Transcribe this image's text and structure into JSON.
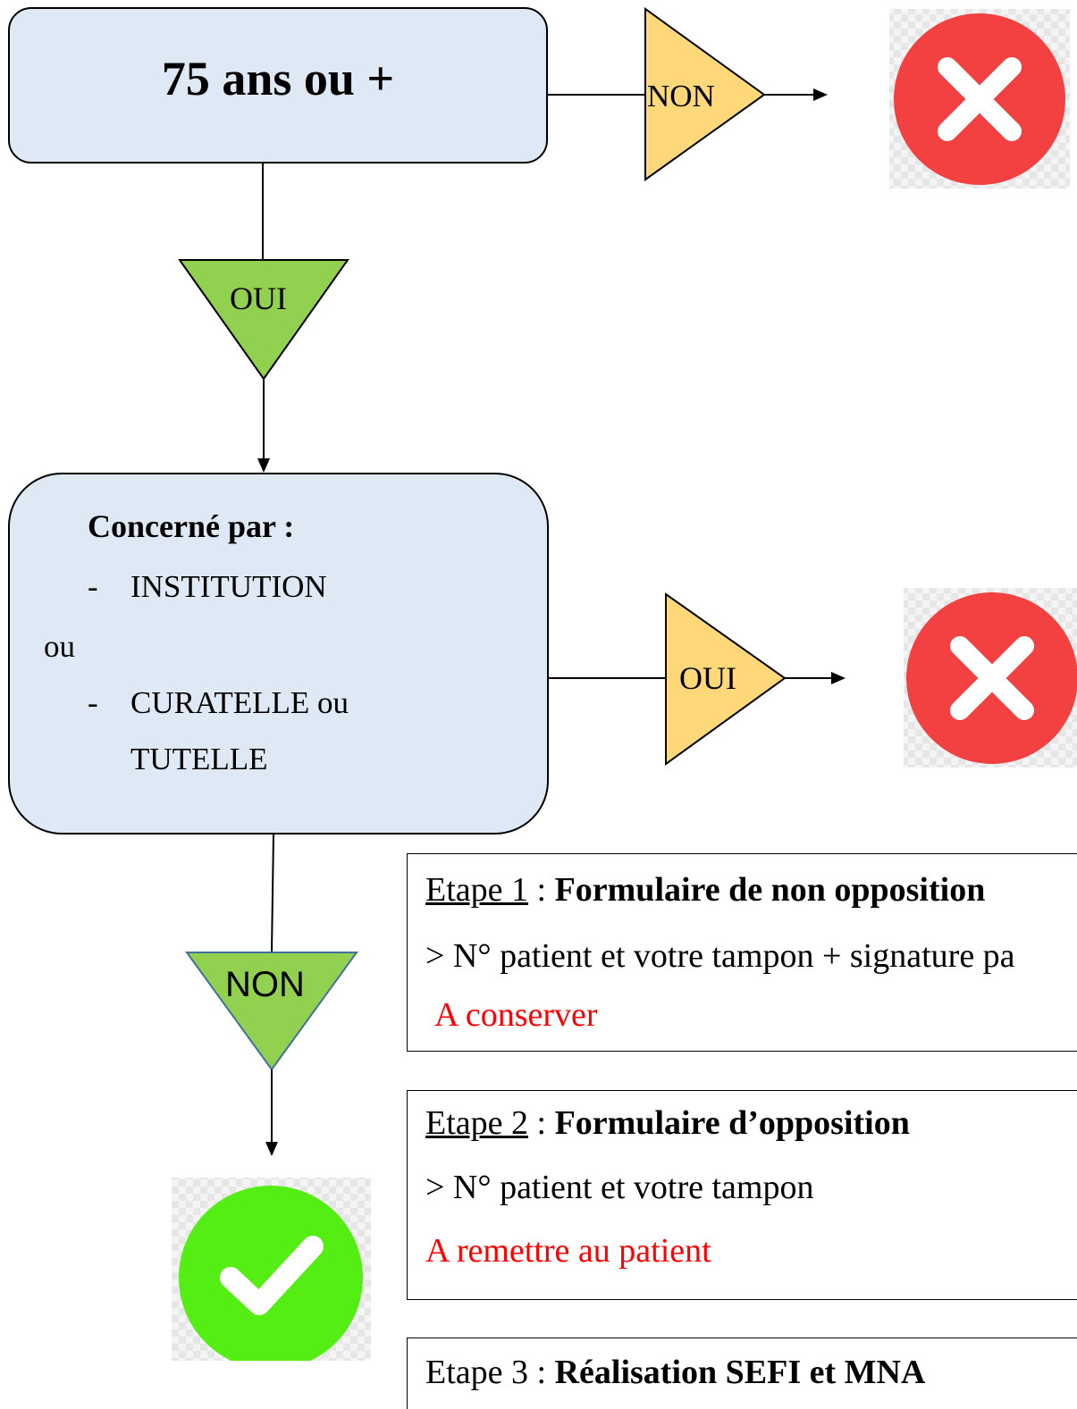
{
  "age_box": {
    "title": "75 ans ou +"
  },
  "concern_box": {
    "title": "Concerné par :",
    "item1_dash": "-",
    "item1": "INSTITUTION",
    "connector": "ou",
    "item2_dash": "-",
    "item2_line1": "CURATELLE ou",
    "item2_line2": "TUTELLE"
  },
  "decisions": {
    "age_no": "NON",
    "age_yes": "OUI",
    "concern_yes": "OUI",
    "concern_no": "NON"
  },
  "steps": [
    {
      "label": "Etape 1",
      "sep": " : ",
      "title": "Formulaire de non opposition",
      "detail": "> N° patient et votre tampon + signature pa",
      "note": "A conserver"
    },
    {
      "label": "Etape 2",
      "sep": " : ",
      "title": "Formulaire d’opposition",
      "detail": "> N° patient et votre tampon",
      "note": "A remettre au patient"
    },
    {
      "label": "Etape 3",
      "sep": " : ",
      "title": "Réalisation SEFI et MNA"
    }
  ],
  "icons": {
    "reject_icon_1": "close-circle-icon",
    "reject_icon_2": "close-circle-icon",
    "accept_icon": "check-circle-icon"
  },
  "colors": {
    "box_fill": "#dee9f5",
    "yellow_triangle": "#fed879",
    "green_triangle": "#92d050",
    "green_triangle_border": "#41719c",
    "reject_red": "#f34040",
    "accept_green": "#55ee14",
    "note_red": "#ff0000"
  }
}
